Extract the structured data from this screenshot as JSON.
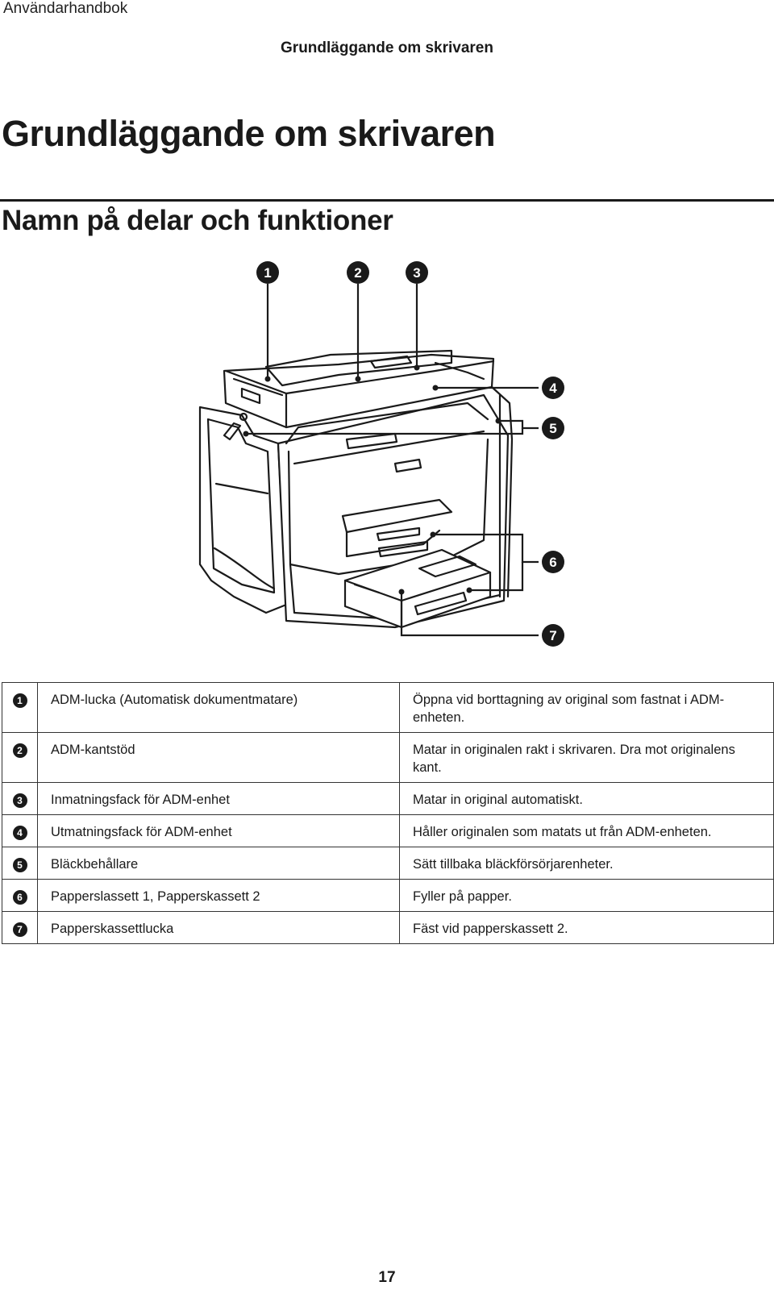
{
  "header": {
    "running_head": "Användarhandbok",
    "section": "Grundläggande om skrivaren"
  },
  "chapter_title": "Grundläggande om skrivaren",
  "subsection_title": "Namn på delar och funktioner",
  "illustration": {
    "callouts": [
      "1",
      "2",
      "3",
      "4",
      "5",
      "6",
      "7"
    ]
  },
  "parts_table": {
    "rows": [
      {
        "num": "1",
        "name": "ADM-lucka (Automatisk dokumentmatare)",
        "desc": "Öppna vid borttagning av original som fastnat i ADM-enheten."
      },
      {
        "num": "2",
        "name": "ADM-kantstöd",
        "desc": "Matar in originalen rakt i skrivaren. Dra mot originalens kant."
      },
      {
        "num": "3",
        "name": "Inmatningsfack för ADM-enhet",
        "desc": "Matar in original automatiskt."
      },
      {
        "num": "4",
        "name": "Utmatningsfack för ADM-enhet",
        "desc": "Håller originalen som matats ut från ADM-enheten."
      },
      {
        "num": "5",
        "name": "Bläckbehållare",
        "desc": "Sätt tillbaka bläckförsörjarenheter."
      },
      {
        "num": "6",
        "name": "Papperslassett 1, Papperskassett 2",
        "desc": "Fyller på papper."
      },
      {
        "num": "7",
        "name": "Papperskassettlucka",
        "desc": "Fäst vid papperskassett 2."
      }
    ]
  },
  "page_number": "17"
}
